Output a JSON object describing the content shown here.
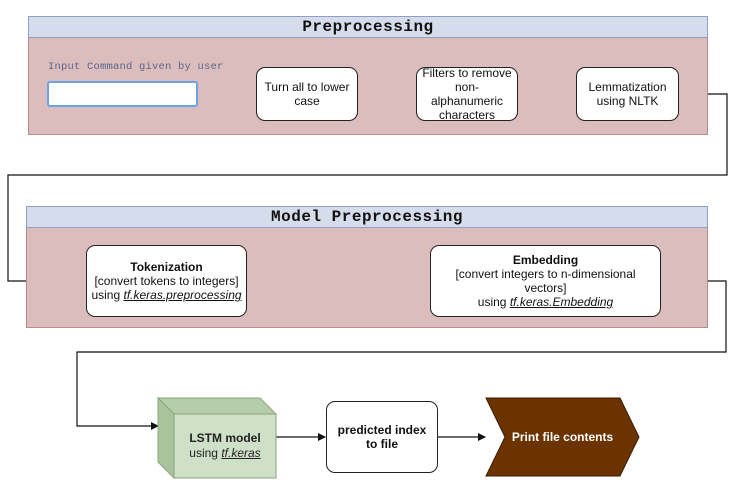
{
  "preprocessing": {
    "title": "Preprocessing",
    "input_label": "Input Command given by user",
    "input_value": "",
    "steps": [
      "Turn all to lower case",
      "Filters to remove non-alphanumeric characters",
      "Lemmatization using NLTK"
    ]
  },
  "model_preprocessing": {
    "title": "Model Preprocessing",
    "tokenization": {
      "title": "Tokenization",
      "desc": "[convert tokens to integers]",
      "using": "using ",
      "lib": "tf.keras.preprocessing"
    },
    "embedding": {
      "title": "Embedding",
      "desc": "[convert integers to n-dimensional vectors]",
      "using": "using ",
      "lib": "tf.keras.Embedding"
    }
  },
  "model": {
    "lstm_title": "LSTM model",
    "lstm_using": "using ",
    "lstm_lib": "tf.keras",
    "predict": "predicted index to file",
    "output": "Print file contents"
  },
  "colors": {
    "panel_fill": "#dbbdbd",
    "header_fill": "#d5dcec",
    "lstm_fill": "#cfe0c8",
    "output_fill": "#6b3300",
    "input_border": "#6aa6e6"
  }
}
